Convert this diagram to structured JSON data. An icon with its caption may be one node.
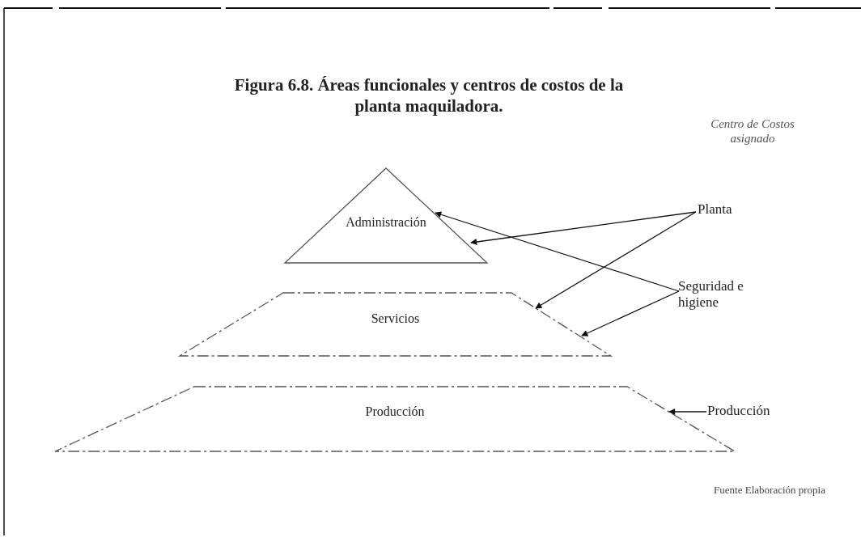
{
  "diagram": {
    "title": "Figura 6.8. Áreas funcionales y centros de costos de la planta maquiladora.",
    "caption": "Fuente Elaboración propia",
    "nodes": [
      {
        "text": [
          "Administración"
        ]
      },
      {
        "text": [
          "Servicios"
        ]
      },
      {
        "text": [
          "Producción"
        ]
      },
      {
        "text": [
          "Planta"
        ]
      },
      {
        "text": [
          "Seguridad e higiene"
        ]
      },
      {
        "text": [
          "Producción"
        ]
      }
    ],
    "edges": [
      {
        "from": 3,
        "to": 0,
        "arrow": "to"
      },
      {
        "from": 3,
        "to": 1,
        "arrow": "to"
      },
      {
        "from": 4,
        "to": 0,
        "arrow": "to"
      },
      {
        "from": 4,
        "to": 1,
        "arrow": "to"
      },
      {
        "from": 5,
        "to": 2,
        "arrow": "to"
      }
    ],
    "labels": [
      "Centro de Costos asignado"
    ]
  }
}
